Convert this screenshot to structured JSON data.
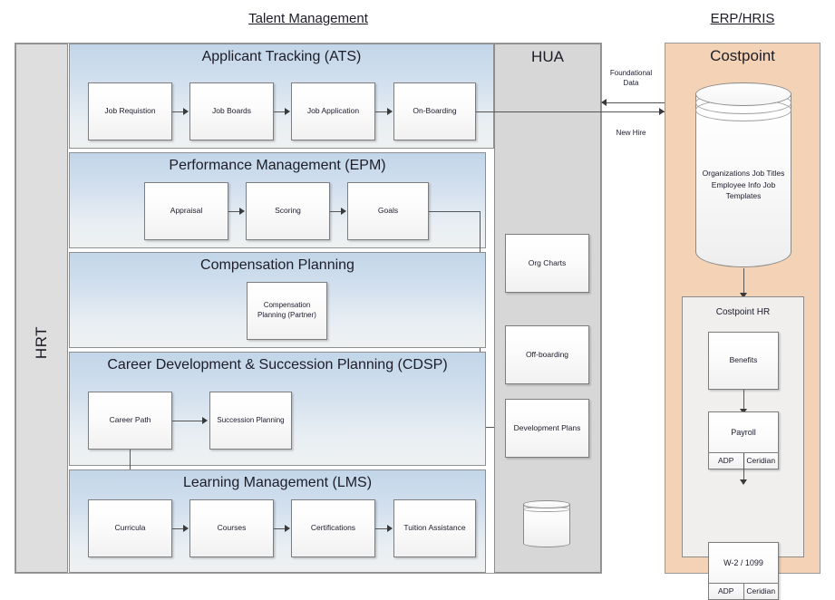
{
  "headings": {
    "talent_management": "Talent Management",
    "erp_hris": "ERP/HRIS"
  },
  "hrt": {
    "label": "HRT"
  },
  "modules": [
    {
      "id": "ats",
      "title": "Applicant Tracking (ATS)",
      "nodes": [
        "Job Requistion",
        "Job Boards",
        "Job Application",
        "On-Boarding"
      ]
    },
    {
      "id": "epm",
      "title": "Performance Management (EPM)",
      "nodes": [
        "Appraisal",
        "Scoring",
        "Goals"
      ]
    },
    {
      "id": "comp",
      "title": "Compensation Planning",
      "nodes": [
        "Compensation Planning (Partner)"
      ]
    },
    {
      "id": "cdsp",
      "title": "Career Development & Succession Planning (CDSP)",
      "nodes": [
        "Career Path",
        "Succession Planning"
      ]
    },
    {
      "id": "lms",
      "title": "Learning Management (LMS)",
      "nodes": [
        "Curricula",
        "Courses",
        "Certifications",
        "Tuition Assistance"
      ]
    }
  ],
  "hua": {
    "title": "HUA",
    "nodes": [
      "Org Charts",
      "Off-boarding",
      "Development Plans"
    ],
    "database_icon": "database-cylinder-icon"
  },
  "costpoint": {
    "title": "Costpoint",
    "database_icon": "database-cylinder-icon",
    "database_label": "Organizations\nJob Titles\nEmployee Info\nJob Templates",
    "hr": {
      "title": "Costpoint HR",
      "nodes": [
        {
          "label": "Benefits",
          "vendors": []
        },
        {
          "label": "Payroll",
          "vendors": [
            "ADP",
            "Ceridian"
          ]
        },
        {
          "label": "W-2 / 1099",
          "vendors": [
            "ADP",
            "Ceridian"
          ]
        }
      ]
    }
  },
  "flows": [
    {
      "id": "foundational-data",
      "label": "Foundational\nData",
      "direction": "left"
    },
    {
      "id": "new-hire",
      "label": "New Hire",
      "direction": "right"
    }
  ],
  "colors": {
    "module_blue_top": "#c2d6e9",
    "module_blue_bottom": "#eff1f1",
    "hua_gray": "#d7d7d7",
    "hrt_gray": "#dedede",
    "costpoint_peach": "#f3d2b6",
    "border_gray": "#8c8c8c",
    "text": "#1d1d28"
  }
}
